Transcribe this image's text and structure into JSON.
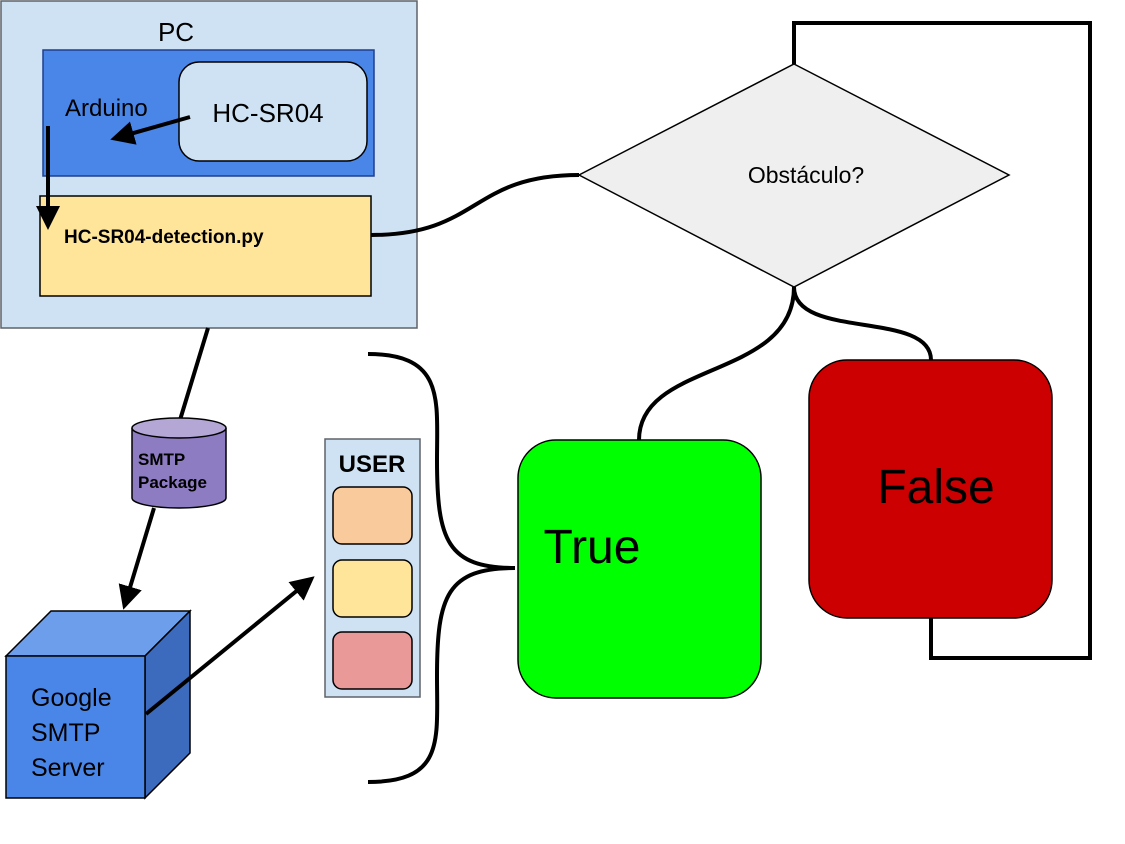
{
  "pc": {
    "label": "PC"
  },
  "arduino": {
    "label": "Arduino"
  },
  "sensor": {
    "label": "HC-SR04"
  },
  "script": {
    "label": "HC-SR04-detection.py"
  },
  "decision": {
    "label": "Obstáculo?"
  },
  "true_outcome": {
    "label": "True"
  },
  "false_outcome": {
    "label": "False"
  },
  "smtp_package": {
    "line1": "SMTP",
    "line2": "Package"
  },
  "server": {
    "line1": "Google",
    "line2": "SMTP",
    "line3": "Server"
  },
  "user": {
    "label": "USER"
  },
  "colors": {
    "pc_box": "#cfe2f3",
    "arduino_box": "#4a86e8",
    "script_box": "#ffe599",
    "decision": "#efefef",
    "true": "#00ff00",
    "false": "#cc0000",
    "package": "#8e7cc3",
    "server": "#4a86e8",
    "user_item_1": "#f9cb9c",
    "user_item_2": "#ffe599",
    "user_item_3": "#ea9999"
  }
}
